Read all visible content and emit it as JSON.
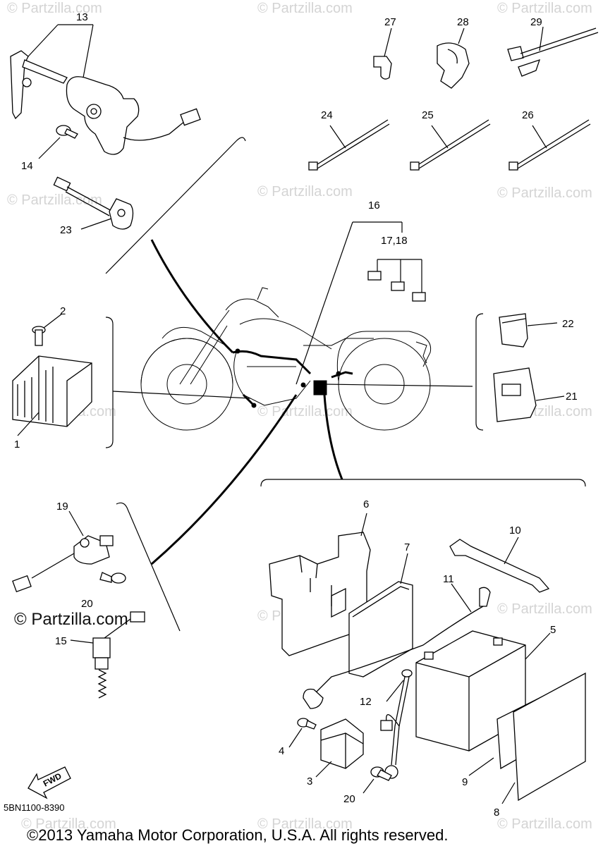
{
  "diagram": {
    "callouts": {
      "p1": "1",
      "p2": "2",
      "p3": "3",
      "p4": "4",
      "p5": "5",
      "p6": "6",
      "p7": "7",
      "p8": "8",
      "p9": "9",
      "p10": "10",
      "p11": "11",
      "p12": "12",
      "p13": "13",
      "p14": "14",
      "p15": "15",
      "p16": "16",
      "p17_18": "17,18",
      "p19": "19",
      "p20a": "20",
      "p20b": "20",
      "p21": "21",
      "p22": "22",
      "p23": "23",
      "p24": "24",
      "p25": "25",
      "p26": "26",
      "p27": "27",
      "p28": "28",
      "p29": "29"
    },
    "watermark": "© Partzilla.com",
    "watermark_main": "© Partzilla.com",
    "fwd_label": "FWD",
    "diagram_code": "5BN1100-8390",
    "copyright": "©2013 Yamaha Motor Corporation, U.S.A. All rights reserved."
  }
}
